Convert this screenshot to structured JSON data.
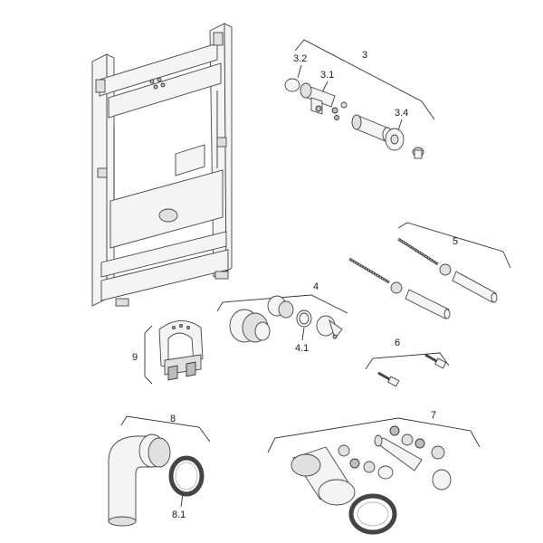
{
  "labels": {
    "l3": "3",
    "l3_2": "3.2",
    "l3_1": "3.1",
    "l3_4": "3.4",
    "l4": "4",
    "l4_1": "4.1",
    "l5": "5",
    "l6": "6",
    "l7": "7",
    "l8": "8",
    "l8_1": "8.1",
    "l9": "9"
  }
}
